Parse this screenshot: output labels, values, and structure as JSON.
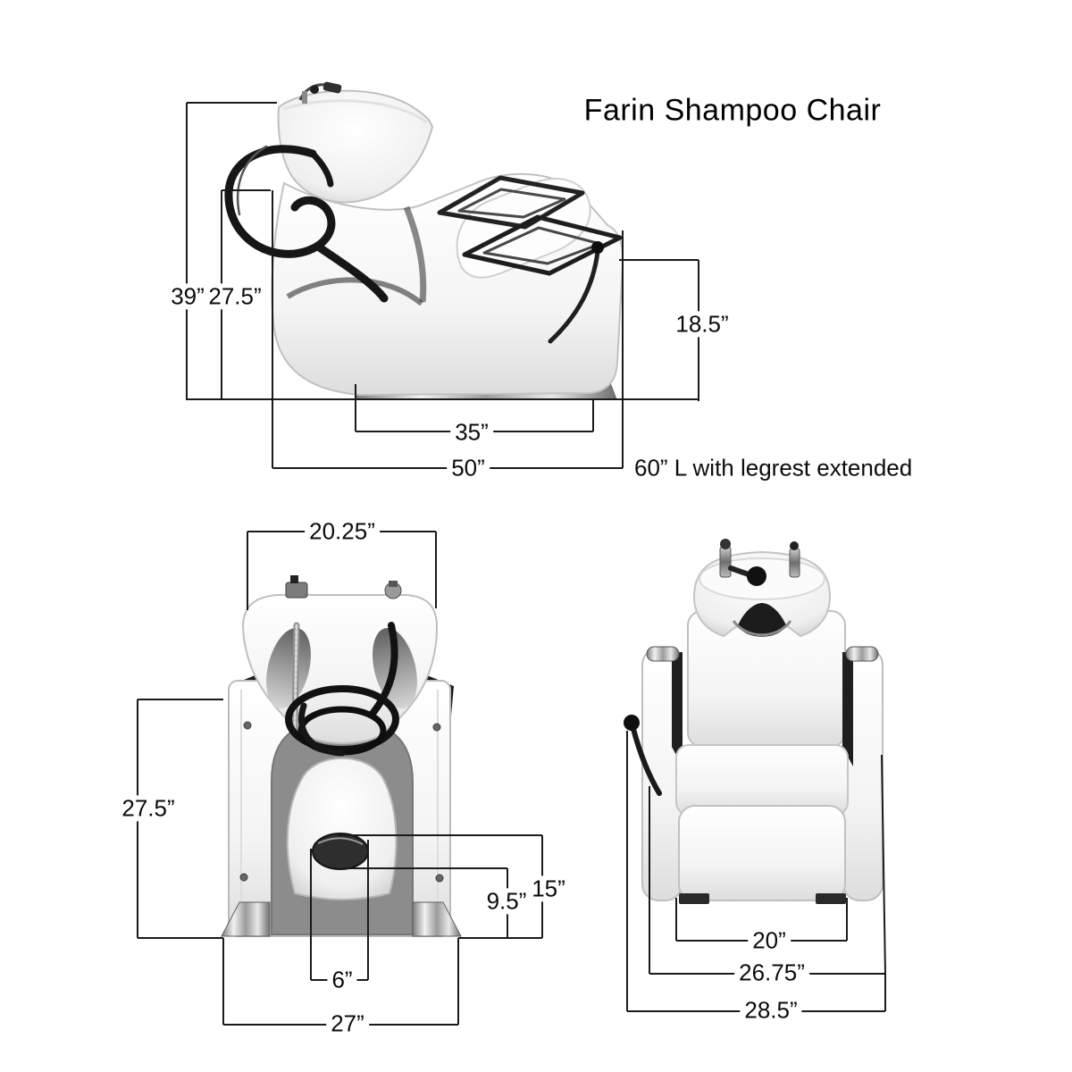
{
  "title": "Farin Shampoo Chair",
  "views": {
    "side": {
      "dims": {
        "overall_height": "39”",
        "back_height": "27.5”",
        "seat_height": "18.5”",
        "base_length": "35”",
        "overall_length": "50”",
        "extended_length": "60” L with legrest extended"
      }
    },
    "rear": {
      "dims": {
        "bowl_width": "20.25”",
        "cabinet_height": "27.5”",
        "drain_top_height": "15”",
        "drain_center_height": "9.5”",
        "drain_width": "6”",
        "base_width": "27”"
      }
    },
    "front": {
      "dims": {
        "seat_width": "20”",
        "chair_width": "26.75”",
        "overall_width": "28.5”"
      }
    }
  }
}
